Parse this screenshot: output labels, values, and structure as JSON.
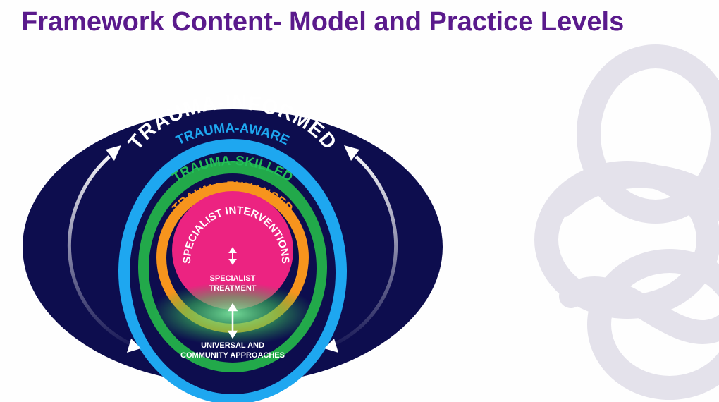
{
  "slide": {
    "title": "Framework Content- Model and Practice Levels"
  },
  "diagram": {
    "levels": [
      {
        "label": "TRAUMA-INFORMED",
        "color": "#0d0d4e"
      },
      {
        "label": "TRAUMA-AWARE",
        "color": "#1ea7f0"
      },
      {
        "label": "TRAUMA-SKILLED",
        "color": "#22a94a"
      },
      {
        "label": "TRAUMA-ENHANCED",
        "color": "#f7941d"
      },
      {
        "label": "SPECIALIST INTERVENTIONS",
        "color": "#ec2381"
      }
    ],
    "specialist_treatment": [
      "SPECIALIST",
      "TREATMENT"
    ],
    "universal_approaches": [
      "UNIVERSAL AND",
      "COMMUNITY APPROACHES"
    ],
    "accent_color": "#5a1a8c",
    "watermark_color": "#e5e3ec"
  }
}
